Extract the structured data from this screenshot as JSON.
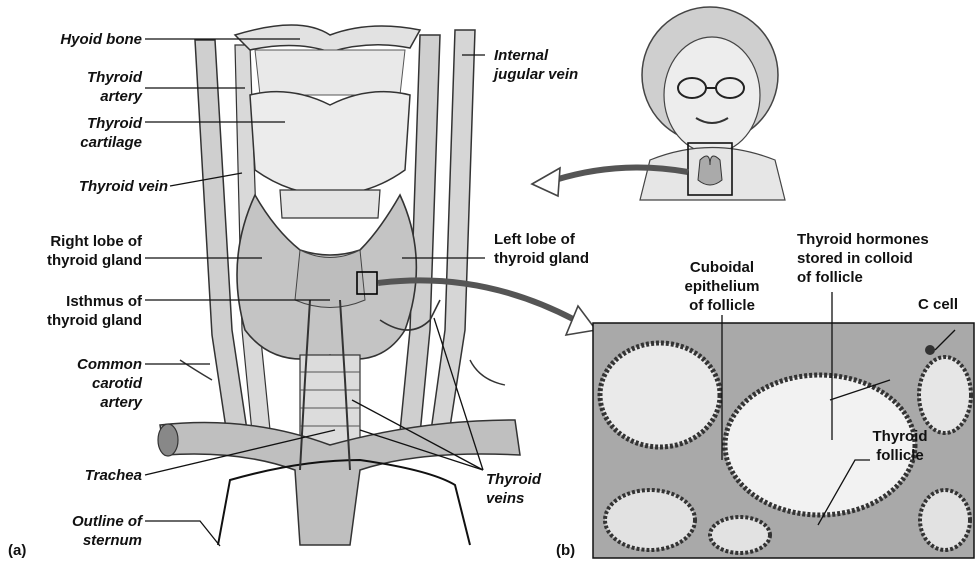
{
  "panel_a": {
    "tag": "(a)",
    "labels": {
      "hyoid_bone": "Hyoid bone",
      "thyroid_artery": [
        "Thyroid",
        "artery"
      ],
      "thyroid_cartilage": [
        "Thyroid",
        "cartilage"
      ],
      "thyroid_vein": "Thyroid vein",
      "right_lobe": [
        "Right lobe of",
        "thyroid gland"
      ],
      "isthmus": [
        "Isthmus of",
        "thyroid gland"
      ],
      "common_carotid": [
        "Common",
        "carotid",
        "artery"
      ],
      "trachea": "Trachea",
      "outline_sternum": [
        "Outline of",
        "sternum"
      ],
      "internal_jugular": [
        "Internal",
        "jugular vein"
      ],
      "left_lobe": [
        "Left lobe of",
        "thyroid gland"
      ],
      "thyroid_veins": [
        "Thyroid",
        "veins"
      ]
    }
  },
  "panel_b": {
    "tag": "(b)",
    "labels": {
      "cuboidal": [
        "Cuboidal",
        "epithelium",
        "of follicle"
      ],
      "hormones": [
        "Thyroid hormones",
        "stored in colloid",
        "of follicle"
      ],
      "c_cell": "C cell",
      "thyroid_follicle": [
        "Thyroid",
        "follicle"
      ]
    }
  }
}
